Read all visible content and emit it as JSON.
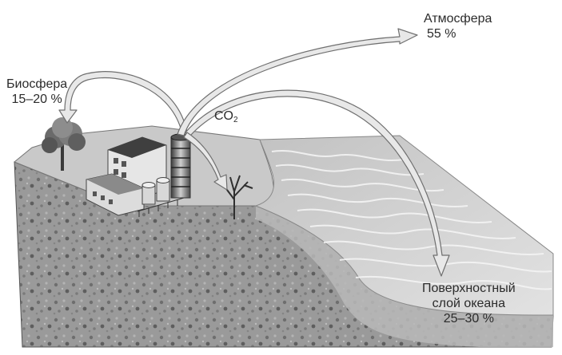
{
  "labels": {
    "atmosphere": {
      "name": "Атмосфера",
      "value": "55 %"
    },
    "biosphere": {
      "name": "Биосфера",
      "value": "15–20 %"
    },
    "co2": {
      "main": "CO",
      "sub": "2"
    },
    "ocean": {
      "line1": "Поверхностный",
      "line2": "слой океана",
      "value": "25–30 %"
    }
  },
  "colors": {
    "land_top": "#c9c9c9",
    "cross_section": "#8f8f8f",
    "ocean_surface": "#d6d6d6",
    "arrow_fill": "#e8e8e8",
    "arrow_stroke": "#6f6f6f"
  },
  "icons": [
    "tree-icon",
    "bare-tree-icon",
    "factory-icon",
    "smokestack-icon"
  ]
}
